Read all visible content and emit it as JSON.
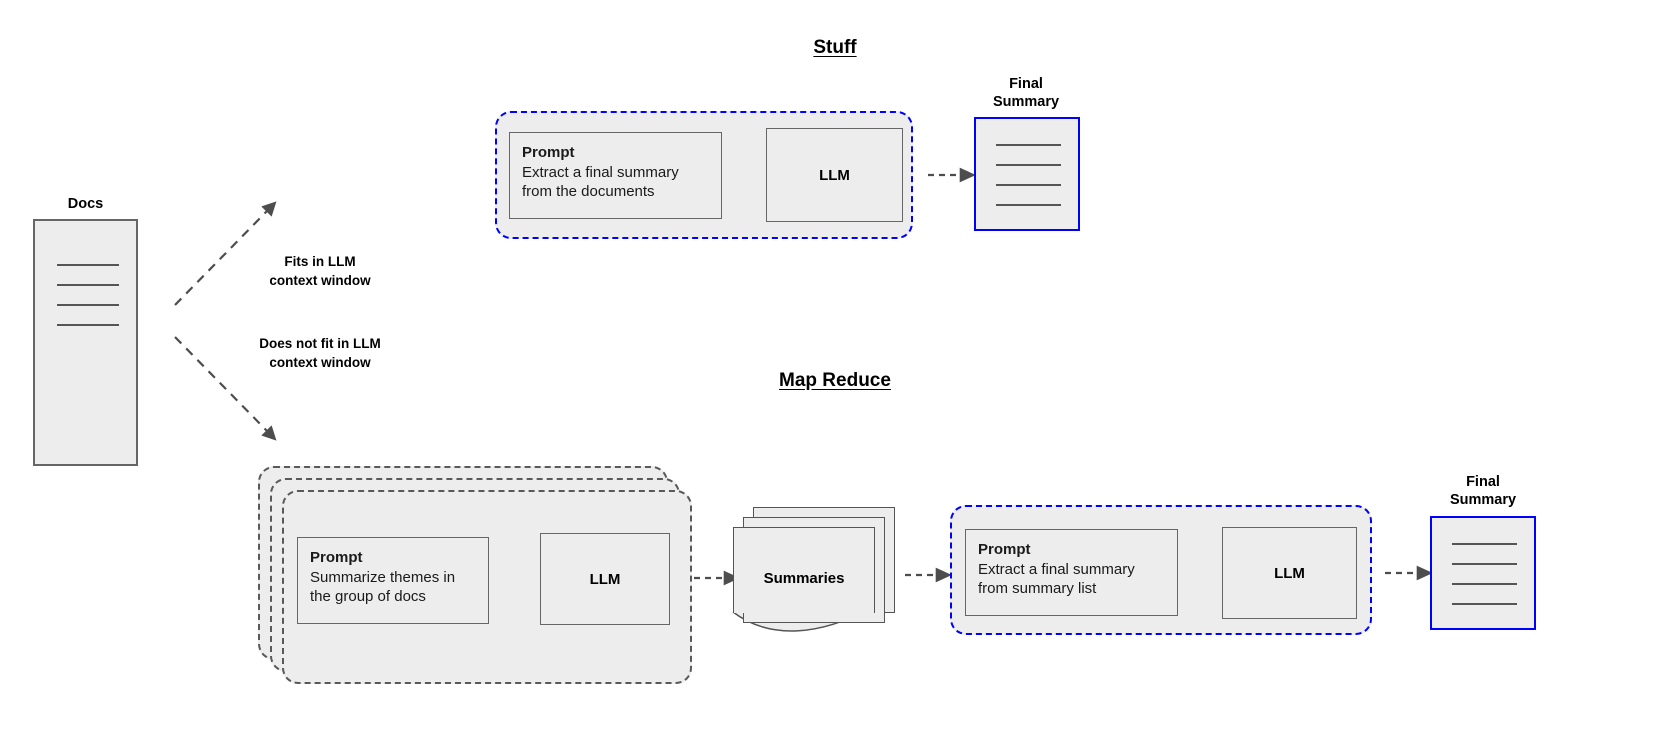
{
  "diagram": {
    "title_stuff": "Stuff",
    "title_map_reduce": "Map Reduce",
    "docs_label": "Docs",
    "edge_fits": "Fits in LLM\ncontext window",
    "edge_not_fits": "Does not fit in LLM\ncontext window",
    "final_summary_label": "Final\nSummary",
    "summaries_label": "Summaries",
    "colors": {
      "group_border_blue": "#0000ff",
      "group_border_gray": "#595959",
      "box_fill": "#ededed",
      "box_border": "#666666",
      "arrow": "#4d4d4d",
      "final_summary_border": "#0000ff"
    }
  },
  "stuff": {
    "prompt": {
      "title": "Prompt",
      "body": "Extract a final summary\nfrom the documents"
    },
    "llm": "LLM",
    "final_summary": "Final\nSummary"
  },
  "map_reduce": {
    "map_prompt": {
      "title": "Prompt",
      "body": "Summarize themes in\nthe group of docs"
    },
    "map_llm": "LLM",
    "summaries": "Summaries",
    "reduce_prompt": {
      "title": "Prompt",
      "body": "Extract a final summary\nfrom summary list"
    },
    "reduce_llm": "LLM",
    "final_summary": "Final\nSummary"
  }
}
